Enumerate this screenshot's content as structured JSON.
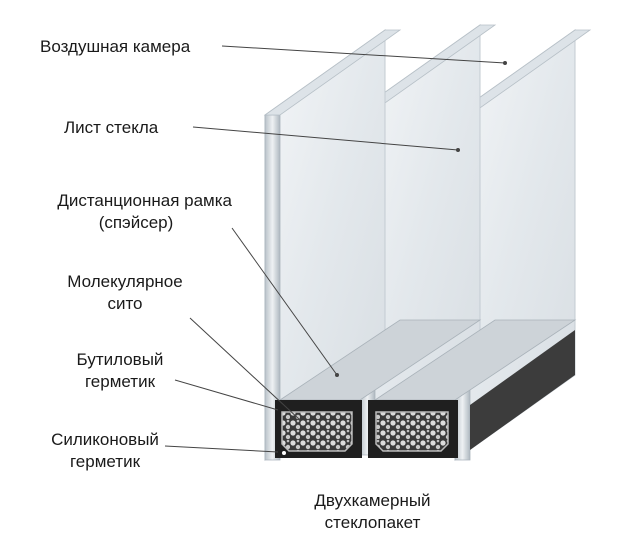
{
  "labels": {
    "air_chamber": "Воздушная камера",
    "glass_sheet": "Лист стекла",
    "spacer_frame_line1": "Дистанционная рамка",
    "spacer_frame_line2": "(спэйсер)",
    "molecular_sieve_line1": "Молекулярное",
    "molecular_sieve_line2": "сито",
    "butyl_sealant_line1": "Бутиловый",
    "butyl_sealant_line2": "герметик",
    "silicone_sealant_line1": "Силиконовый",
    "silicone_sealant_line2": "герметик"
  },
  "caption": {
    "line1": "Двухкамерный",
    "line2": "стеклопакет"
  },
  "colors": {
    "glass_face": "#e6eaee",
    "glass_edge": "#c9d0d6",
    "frame_dark": "#2a2a2a",
    "sieve_grain": "#d8d8d8",
    "leader_line": "#444444"
  }
}
